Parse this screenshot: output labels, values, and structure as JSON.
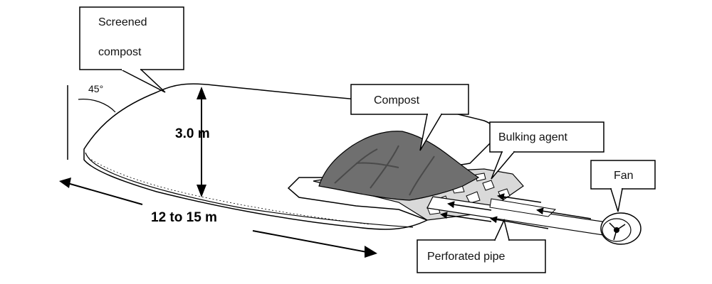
{
  "labels": {
    "screened_compost_line1": "Screened",
    "screened_compost_line2": "compost",
    "compost": "Compost",
    "bulking_agent": "Bulking agent",
    "fan": "Fan",
    "perforated_pipe": "Perforated pipe"
  },
  "dimensions": {
    "height": "3.0 m",
    "length": "12 to 15 m",
    "angle": "45°"
  },
  "colors": {
    "line": "#000000",
    "compost_fill": "#6f6f6f",
    "compost_dark": "#4a4a4a",
    "bulking_fill": "#bdbdbd",
    "background": "#ffffff"
  }
}
